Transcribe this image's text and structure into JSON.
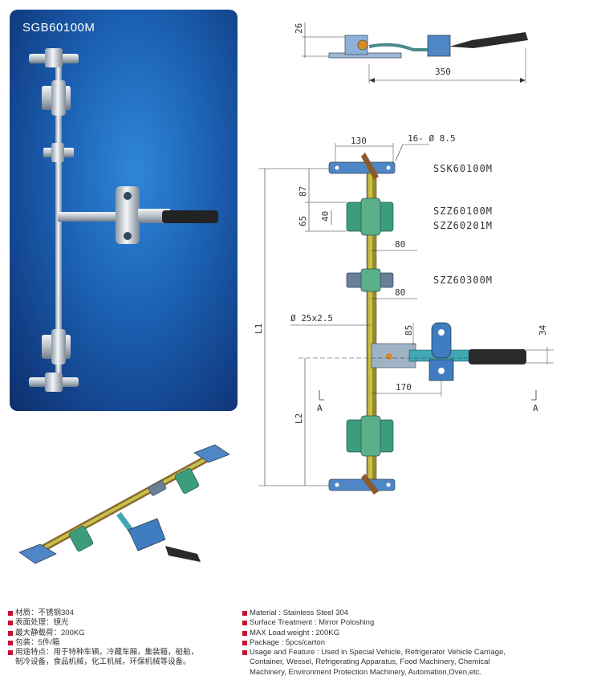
{
  "card": {
    "title": "SGB60100M"
  },
  "drawing": {
    "top_dims": {
      "height": "26",
      "length": "350"
    },
    "dims": {
      "d130": "130",
      "holes": "16- Ø 8.5",
      "d87": "87",
      "d65": "65",
      "d40": "40",
      "d80a": "80",
      "d80b": "80",
      "dia": "Ø 25x2.5",
      "d85": "85",
      "d34": "34",
      "d170": "170",
      "l1": "L1",
      "l2": "L2",
      "secA1": "A",
      "secA2": "A"
    },
    "parts": {
      "p1": "SSK60100M",
      "p2": "SZZ60100M",
      "p3": "SZZ60201M",
      "p4": "SZZ60300M"
    }
  },
  "specs_cn": [
    "材质：不锈钢304",
    "表面处理：镜光",
    "最大静载荷：200KG",
    "包装：5件/箱",
    "用途特点：用于特种车辆，冷藏车厢，集装箱，船舶，",
    "制冷设备，食品机械，化工机械，环保机械等设备。"
  ],
  "specs_en": [
    "Material : Stainless Steel 304",
    "Surface Treatment : Mirror Poloshing",
    "MAX Load weight : 200KG",
    "Package : 5pcs/carton",
    "Usage and Feature : Used in Special Vehicle, Refrigerator Vehicle Carriage,",
    "Container, Wessel, Refrigerating Apparatus, Food Machinery, Chemical",
    "Machinery, Environment Protection Machinery, Automation,Oven,etc."
  ],
  "colors": {
    "bullet": "#c8102e",
    "card_bg": "#1b5fb0"
  }
}
